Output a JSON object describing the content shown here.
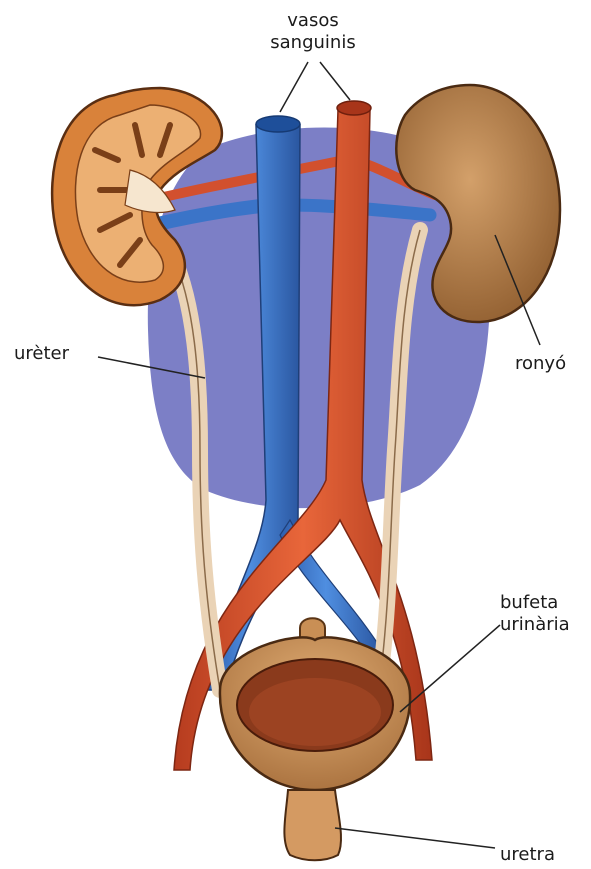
{
  "labels": {
    "blood_vessels_line1": "vasos",
    "blood_vessels_line2": "sanguinis",
    "ureter": "urèter",
    "kidney": "ronyó",
    "bladder_line1": "bufeta",
    "bladder_line2": "urinària",
    "urethra": "uretra"
  },
  "colors": {
    "background_blob": "#7c7fc6",
    "vein": "#3b74c8",
    "artery": "#d2502e",
    "ureter_tube": "#ead3b6",
    "kidney_outer": "#a06a3a",
    "kidney_cut_cortex": "#d9823a",
    "bladder": "#c98f55",
    "bladder_inner": "#8a3a1c"
  }
}
